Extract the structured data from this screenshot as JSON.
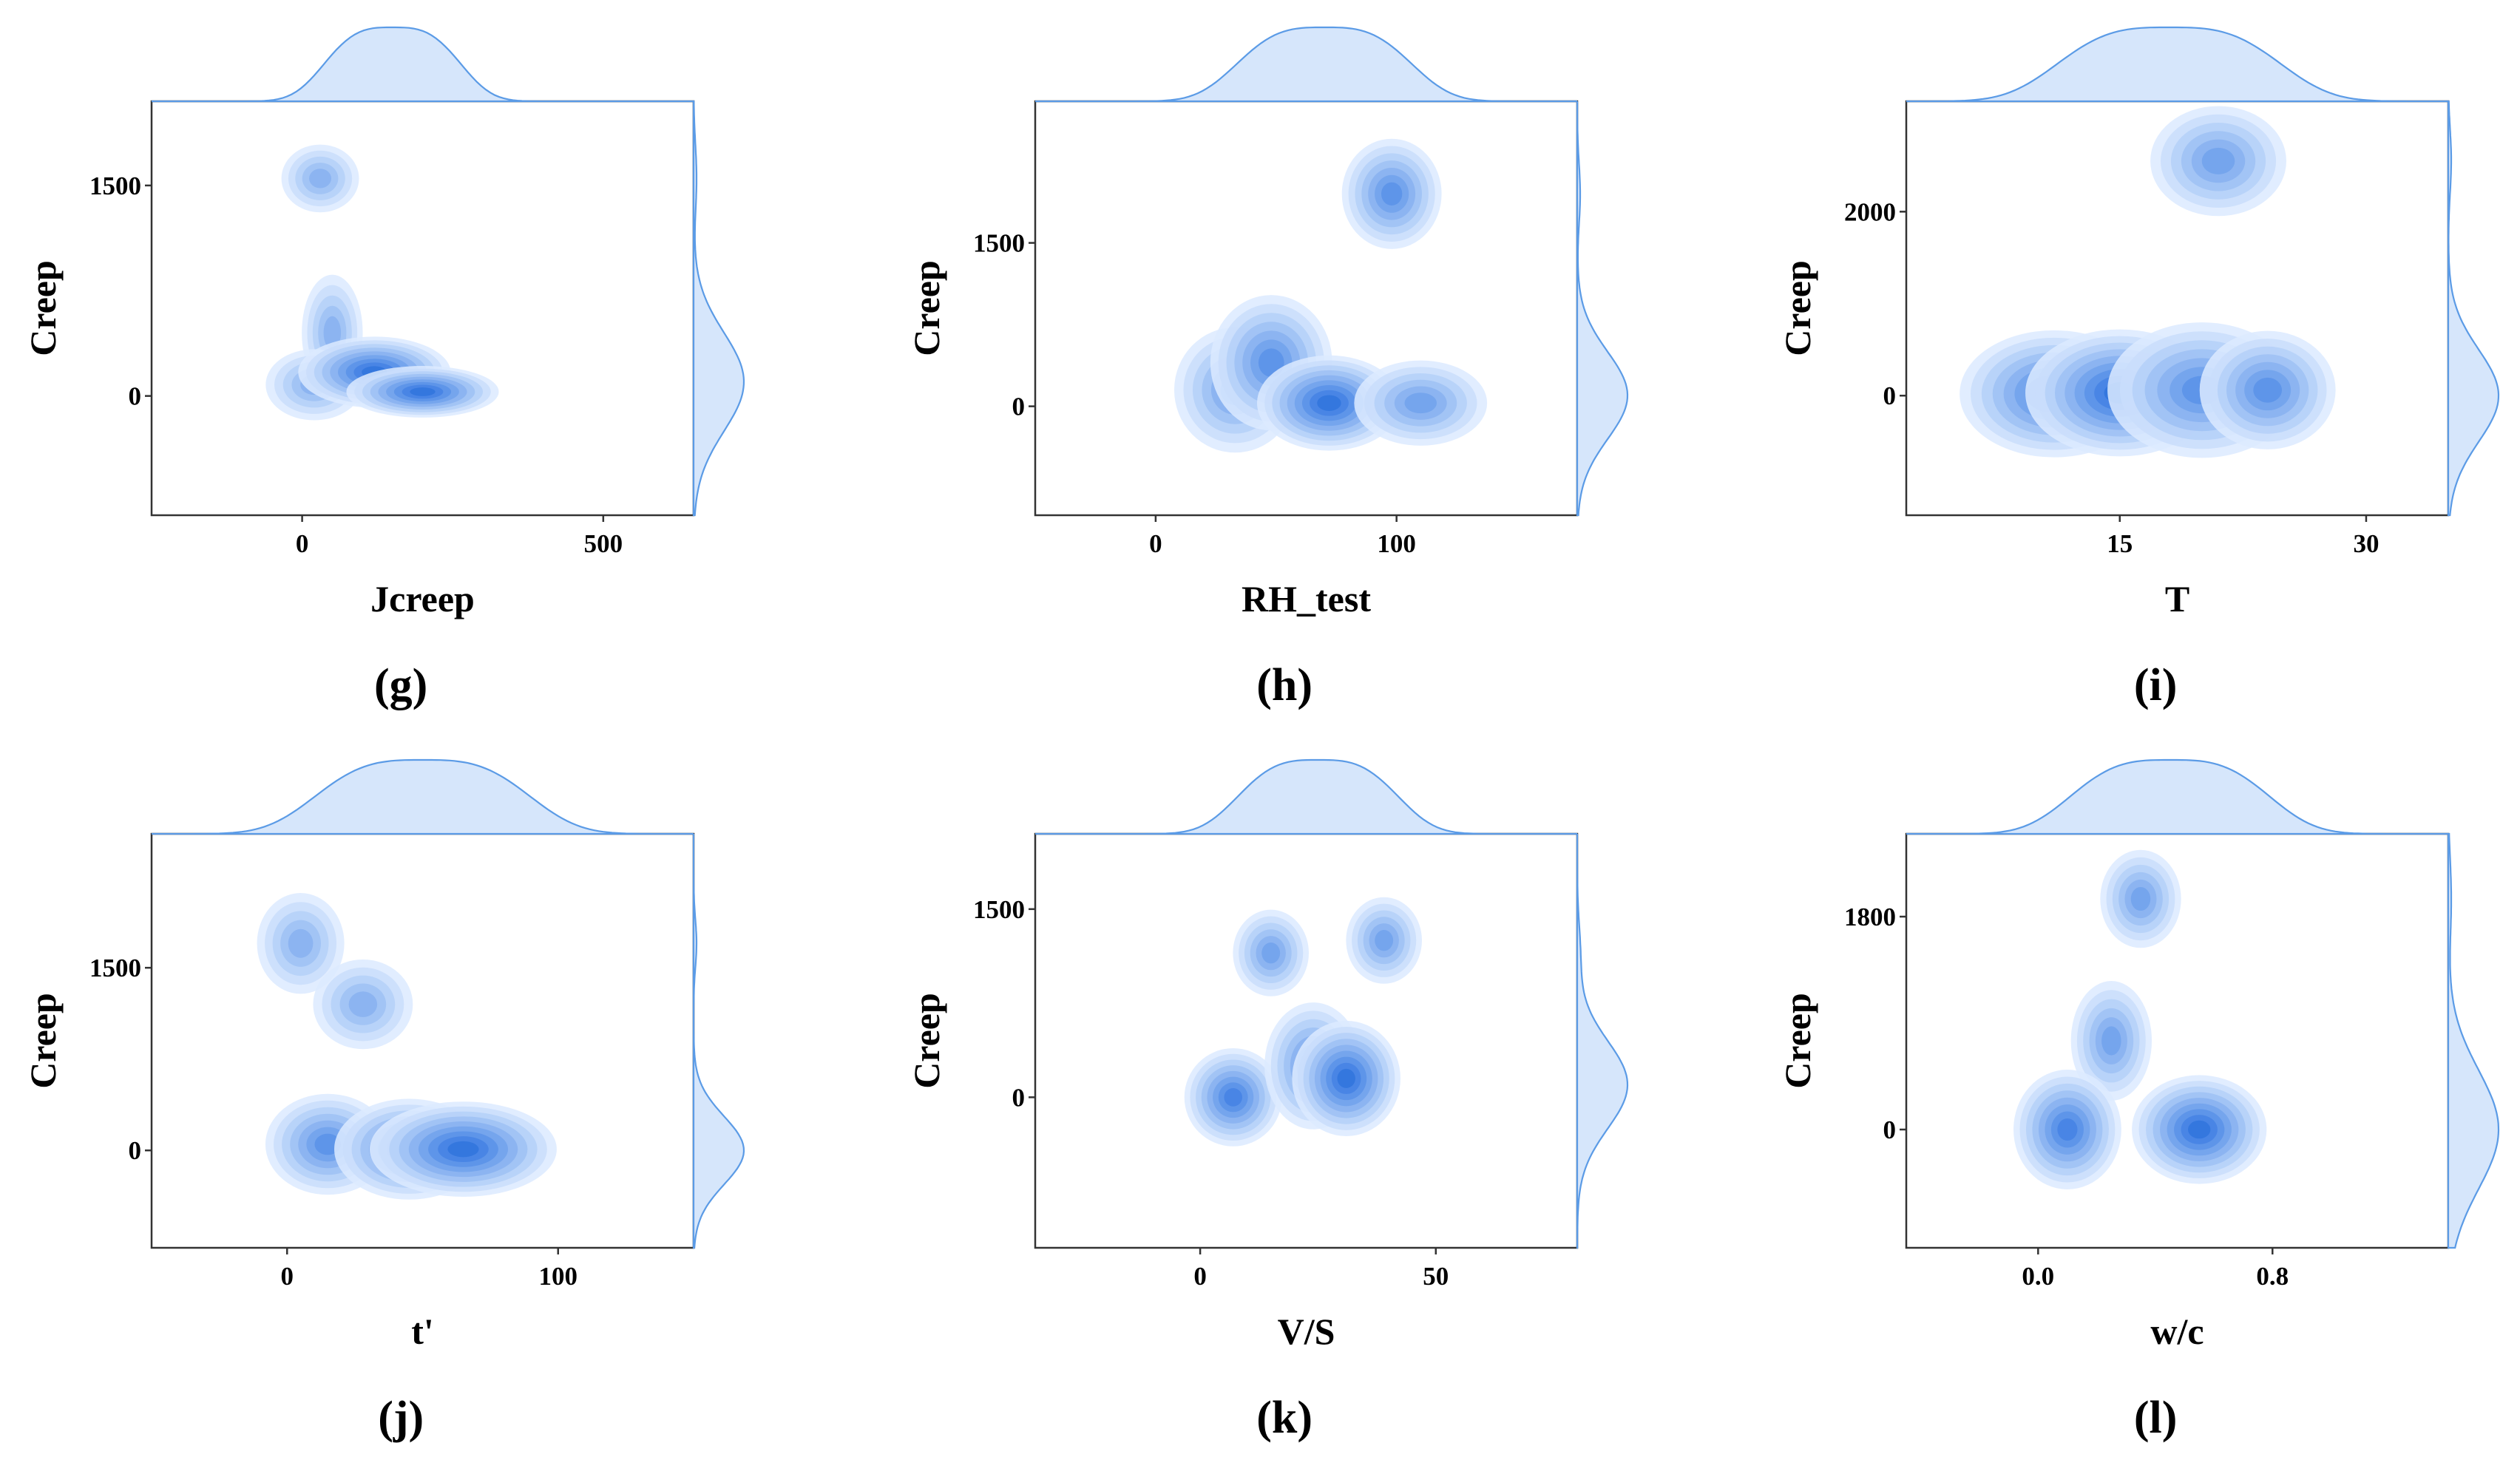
{
  "chart_data": [
    {
      "type": "kde-joint",
      "panel_label": "(g)",
      "xlabel": "Jcreep",
      "ylabel": "Creep",
      "xlim": [
        -250,
        650
      ],
      "ylim": [
        -850,
        2100
      ],
      "xticks": [
        0,
        500
      ],
      "yticks": [
        0,
        1500
      ],
      "tick_labels_x": [
        "0",
        "500"
      ],
      "tick_labels_y": [
        "0",
        "1500"
      ],
      "blobs": [
        {
          "x": 30,
          "y": 1550,
          "sx": 28,
          "sy": 105,
          "w": 0.5
        },
        {
          "x": 50,
          "y": 450,
          "sx": 22,
          "sy": 180,
          "w": 0.55
        },
        {
          "x": 20,
          "y": 80,
          "sx": 35,
          "sy": 110,
          "w": 0.5
        },
        {
          "x": 120,
          "y": 170,
          "sx": 55,
          "sy": 110,
          "w": 0.95
        },
        {
          "x": 200,
          "y": 30,
          "sx": 55,
          "sy": 80,
          "w": 1.0
        }
      ],
      "marginal_x": {
        "center": 150,
        "spread": 100
      },
      "marginal_y": {
        "center": 100,
        "spread": 350
      }
    },
    {
      "type": "kde-joint",
      "panel_label": "(h)",
      "xlabel": "RH_test",
      "ylabel": "Creep",
      "xlim": [
        -50,
        175
      ],
      "ylim": [
        -1000,
        2800
      ],
      "xticks": [
        0,
        100
      ],
      "yticks": [
        0,
        1500
      ],
      "tick_labels_x": [
        "0",
        "100"
      ],
      "tick_labels_y": [
        "0",
        "1500"
      ],
      "blobs": [
        {
          "x": 98,
          "y": 1950,
          "sx": 9,
          "sy": 220,
          "w": 0.75
        },
        {
          "x": 33,
          "y": 150,
          "sx": 11,
          "sy": 250,
          "w": 0.7
        },
        {
          "x": 48,
          "y": 400,
          "sx": 11,
          "sy": 270,
          "w": 0.8
        },
        {
          "x": 72,
          "y": 30,
          "sx": 13,
          "sy": 190,
          "w": 1.0
        },
        {
          "x": 110,
          "y": 30,
          "sx": 12,
          "sy": 170,
          "w": 0.65
        }
      ],
      "marginal_x": {
        "center": 70,
        "spread": 32
      },
      "marginal_y": {
        "center": 100,
        "spread": 400
      }
    },
    {
      "type": "kde-joint",
      "panel_label": "(i)",
      "xlabel": "T",
      "ylabel": "Creep",
      "xlim": [
        2,
        35
      ],
      "ylim": [
        -1300,
        3200
      ],
      "xticks": [
        15,
        30
      ],
      "yticks": [
        0,
        2000
      ],
      "tick_labels_x": [
        "15",
        "30"
      ],
      "tick_labels_y": [
        "0",
        "2000"
      ],
      "blobs": [
        {
          "x": 21,
          "y": 2550,
          "sx": 1.8,
          "sy": 260,
          "w": 0.7
        },
        {
          "x": 11,
          "y": 20,
          "sx": 2.5,
          "sy": 300,
          "w": 0.9
        },
        {
          "x": 15,
          "y": 30,
          "sx": 2.5,
          "sy": 300,
          "w": 1.0
        },
        {
          "x": 20,
          "y": 60,
          "sx": 2.5,
          "sy": 320,
          "w": 0.75
        },
        {
          "x": 24,
          "y": 60,
          "sx": 1.8,
          "sy": 280,
          "w": 0.8
        }
      ],
      "marginal_x": {
        "center": 18,
        "spread": 6
      },
      "marginal_y": {
        "center": 0,
        "spread": 500
      }
    },
    {
      "type": "kde-joint",
      "panel_label": "(j)",
      "xlabel": "t'",
      "ylabel": "Creep",
      "xlim": [
        -50,
        150
      ],
      "ylim": [
        -800,
        2600
      ],
      "xticks": [
        0,
        100
      ],
      "yticks": [
        0,
        1500
      ],
      "tick_labels_x": [
        "0",
        "100"
      ],
      "tick_labels_y": [
        "0",
        "1500"
      ],
      "blobs": [
        {
          "x": 5,
          "y": 1700,
          "sx": 7,
          "sy": 180,
          "w": 0.6
        },
        {
          "x": 28,
          "y": 1200,
          "sx": 8,
          "sy": 160,
          "w": 0.6
        },
        {
          "x": 15,
          "y": 50,
          "sx": 10,
          "sy": 180,
          "w": 0.75
        },
        {
          "x": 45,
          "y": 10,
          "sx": 12,
          "sy": 180,
          "w": 0.85
        },
        {
          "x": 65,
          "y": 10,
          "sx": 15,
          "sy": 170,
          "w": 1.0
        }
      ],
      "marginal_x": {
        "center": 50,
        "spread": 35
      },
      "marginal_y": {
        "center": 0,
        "spread": 280
      }
    },
    {
      "type": "kde-joint",
      "panel_label": "(k)",
      "xlabel": "V/S",
      "ylabel": "Creep",
      "xlim": [
        -35,
        80
      ],
      "ylim": [
        -1200,
        2100
      ],
      "xticks": [
        0,
        50
      ],
      "yticks": [
        0,
        1500
      ],
      "tick_labels_x": [
        "0",
        "50"
      ],
      "tick_labels_y": [
        "0",
        "1500"
      ],
      "blobs": [
        {
          "x": 15,
          "y": 1150,
          "sx": 3.5,
          "sy": 150,
          "w": 0.7
        },
        {
          "x": 39,
          "y": 1250,
          "sx": 3.5,
          "sy": 150,
          "w": 0.7
        },
        {
          "x": 7,
          "y": 0,
          "sx": 4.5,
          "sy": 170,
          "w": 0.9
        },
        {
          "x": 24,
          "y": 250,
          "sx": 4.5,
          "sy": 220,
          "w": 0.75
        },
        {
          "x": 31,
          "y": 150,
          "sx": 5,
          "sy": 200,
          "w": 0.95
        }
      ],
      "marginal_x": {
        "center": 25,
        "spread": 15
      },
      "marginal_y": {
        "center": 100,
        "spread": 350
      }
    },
    {
      "type": "kde-joint",
      "panel_label": "(l)",
      "xlabel": "w/c",
      "ylabel": "Creep",
      "xlim": [
        -0.45,
        1.4
      ],
      "ylim": [
        -1000,
        2500
      ],
      "xticks": [
        0.0,
        0.8
      ],
      "yticks": [
        0,
        1800
      ],
      "tick_labels_x": [
        "0.0",
        "0.8"
      ],
      "tick_labels_y": [
        "0",
        "1800"
      ],
      "blobs": [
        {
          "x": 0.35,
          "y": 1950,
          "sx": 0.06,
          "sy": 180,
          "w": 0.7
        },
        {
          "x": 0.25,
          "y": 750,
          "sx": 0.06,
          "sy": 220,
          "w": 0.7
        },
        {
          "x": 0.1,
          "y": 0,
          "sx": 0.08,
          "sy": 220,
          "w": 0.85
        },
        {
          "x": 0.55,
          "y": 0,
          "sx": 0.1,
          "sy": 200,
          "w": 1.0
        }
      ],
      "marginal_x": {
        "center": 0.45,
        "spread": 0.3
      },
      "marginal_y": {
        "center": 0,
        "spread": 500
      }
    }
  ]
}
